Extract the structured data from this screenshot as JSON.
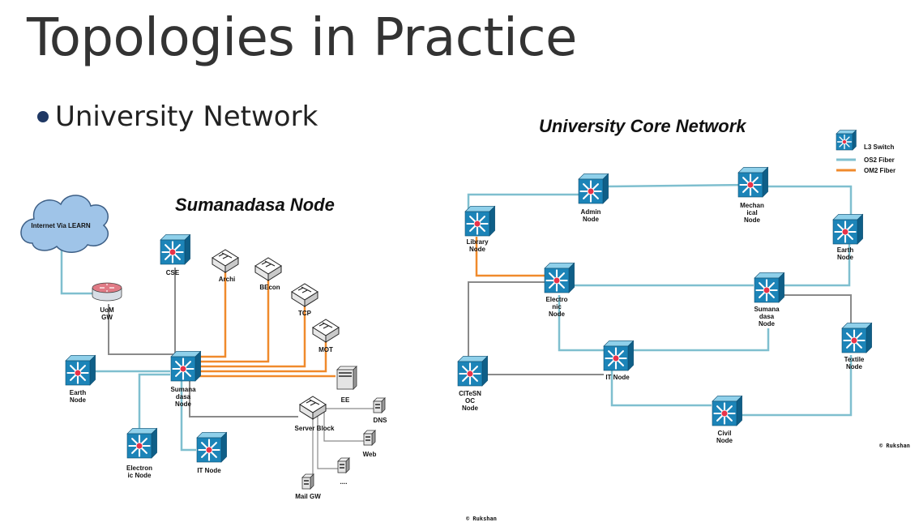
{
  "slide": {
    "title": "Topologies in Practice",
    "bullet": "University Network"
  },
  "left_diagram": {
    "heading": "Sumanadasa Node",
    "cloud_label": "Internet Via LEARN",
    "router_label": [
      "UoM",
      "GW"
    ],
    "core_switch_label": [
      "Sumana",
      "dasa",
      "Node"
    ],
    "switches": {
      "cse": [
        "CSE"
      ],
      "earth": [
        "Earth",
        "Node"
      ],
      "electronic": [
        "Electron",
        "ic Node"
      ],
      "it": [
        "IT Node"
      ]
    },
    "hubs": {
      "archi": "Archi",
      "becon": "BEcon",
      "tcp": "TCP",
      "mot": "MOT",
      "server_block": "Server Block"
    },
    "servers": {
      "ee": "EE",
      "dns": "DNS",
      "web": "Web",
      "more": "....",
      "mail": "Mail GW"
    },
    "credit": "© Rukshan"
  },
  "right_diagram": {
    "heading": "University Core Network",
    "legend": {
      "switch": "L3 Switch",
      "os2": "OS2 Fiber",
      "om2": "OM2 Fiber"
    },
    "nodes": {
      "admin": [
        "Admin",
        "Node"
      ],
      "mechanical": [
        "Mechan",
        "ical",
        "Node"
      ],
      "library": [
        "Library",
        "Node"
      ],
      "earth": [
        "Earth",
        "Node"
      ],
      "electronic": [
        "Electro",
        "nic",
        "Node"
      ],
      "sumanadasa": [
        "Sumana",
        "dasa",
        "Node"
      ],
      "textile": [
        "Textile",
        "Node"
      ],
      "citesn": [
        "CITeSN",
        "OC",
        "Node"
      ],
      "it": [
        "IT Node"
      ],
      "civil": [
        "Civil",
        "Node"
      ]
    },
    "credit": "© Rukshan"
  },
  "colors": {
    "os2_fiber": "#7fbfcf",
    "om2_fiber": "#f08a2c",
    "copper": "#8a8a8a",
    "switch_face": "#1c84b8",
    "switch_top": "#8fd0ea",
    "switch_side": "#0f5f88",
    "switch_center": "#e8334a",
    "cloud": "#9fc4e8",
    "router": "#d7dde5",
    "router_top": "#e07a85"
  }
}
